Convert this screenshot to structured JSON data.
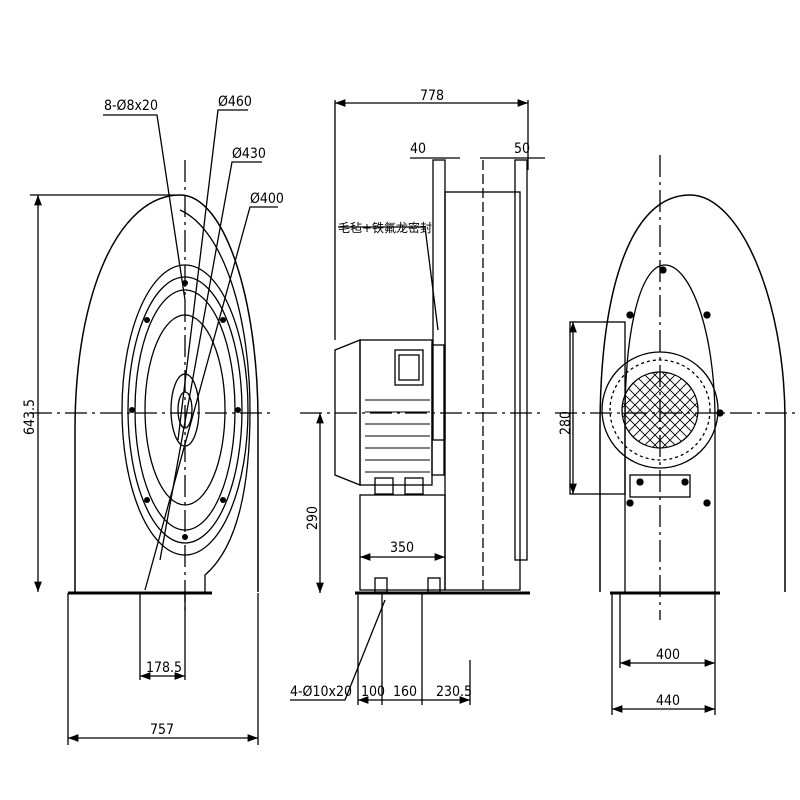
{
  "drawing": {
    "left_view": {
      "hole_note": "8-Ø8x20",
      "dia_outer": "Ø460",
      "dia_mid": "Ø430",
      "dia_inner": "Ø400",
      "height": "643.5",
      "offset": "178.5",
      "width": "757"
    },
    "side_view": {
      "overall_length": "778",
      "flange_thickness": "40",
      "outlet_thickness": "50",
      "seal_note": "毛毡+铁氟龙密封",
      "center_height": "290",
      "base_width": "350",
      "base_hole_note": "4-Ø10x20",
      "spacing_a": "100",
      "spacing_b": "160",
      "spacing_c": "230.5"
    },
    "front_view": {
      "outlet_height": "280",
      "base_inner": "400",
      "base_outer": "440"
    }
  }
}
